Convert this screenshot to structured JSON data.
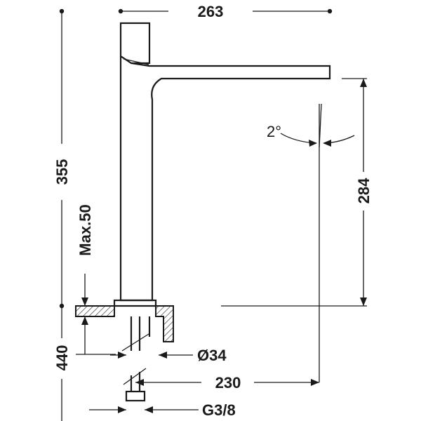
{
  "dimensions": {
    "top_width": "263",
    "total_height": "355",
    "spout_height": "284",
    "max_thickness": "Max.50",
    "under_length": "440",
    "hole_diameter": "Ø34",
    "reach": "230",
    "connection": "G3/8",
    "angle": "2°"
  }
}
